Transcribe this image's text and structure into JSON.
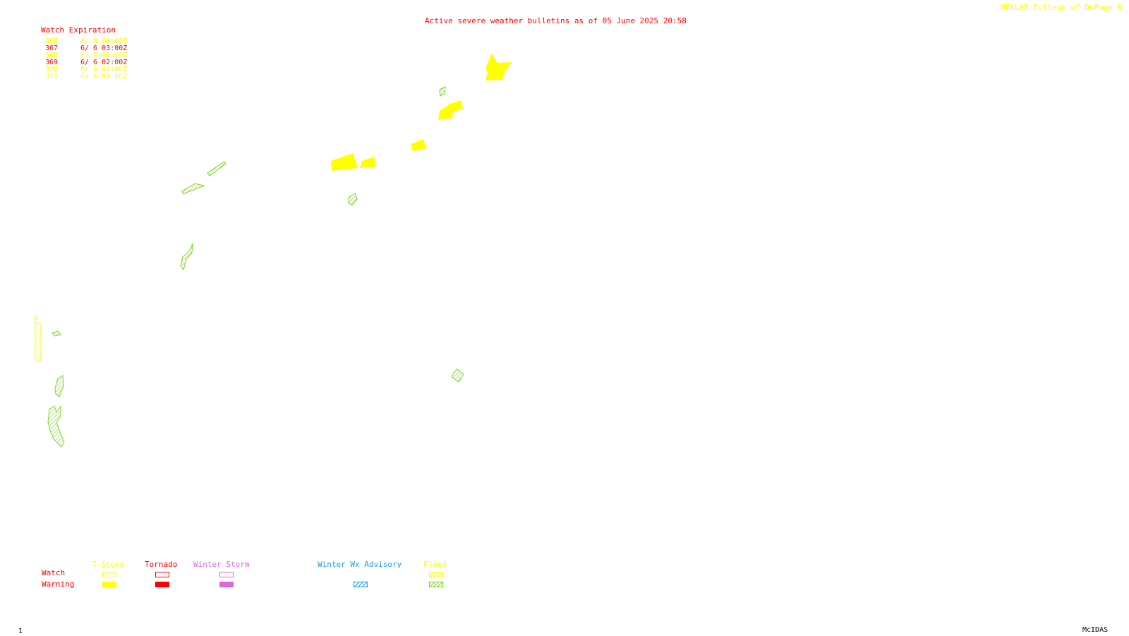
{
  "header": {
    "title": "Active severe weather bulletins as of 05 June 2025 20:58",
    "credit": "NEXLAB-College of DuPage R"
  },
  "watch_expiration": {
    "title": "Watch Expiration",
    "rows": [
      {
        "number": "366",
        "time": "6/ 6 03:00Z",
        "color": "#ffff00"
      },
      {
        "number": "367",
        "time": "6/ 6 03:00Z",
        "color": "#ff0000"
      },
      {
        "number": "368",
        "time": "6/ 6 03:00Z",
        "color": "#ffff00"
      },
      {
        "number": "369",
        "time": "6/ 6 02:00Z",
        "color": "#ff0000"
      },
      {
        "number": "370",
        "time": "6/ 6 02:00Z",
        "color": "#ffff00"
      },
      {
        "number": "371",
        "time": "6/ 6 01:00Z",
        "color": "#ffff00"
      }
    ]
  },
  "legend": {
    "row_watch": "Watch",
    "row_warning": "Warning",
    "categories": [
      {
        "label": "T-Storm",
        "color": "#ffff00",
        "watch_style": "outline",
        "warning_style": "solid"
      },
      {
        "label": "Tornado",
        "color": "#ff0000",
        "watch_style": "outline",
        "warning_style": "solid"
      },
      {
        "label": "Winter Storm",
        "color": "#dd66dd",
        "watch_style": "outline",
        "warning_style": "solid"
      },
      {
        "label": "Winter Wx Advisory",
        "color": "#1e9be0",
        "watch_style": "none",
        "warning_style": "hatched"
      },
      {
        "label": "Flood",
        "color": "#ffff00",
        "warning_color": "#7ed321",
        "watch_style": "hatched",
        "warning_style": "hatched"
      }
    ]
  },
  "footer": {
    "frame": "1",
    "software": "McIDAS"
  },
  "colors": {
    "tstorm_warning": "#ffff00",
    "flood_warning": "#7ed321",
    "flood_watch": "#ffff00",
    "title_red": "#ff0000"
  }
}
